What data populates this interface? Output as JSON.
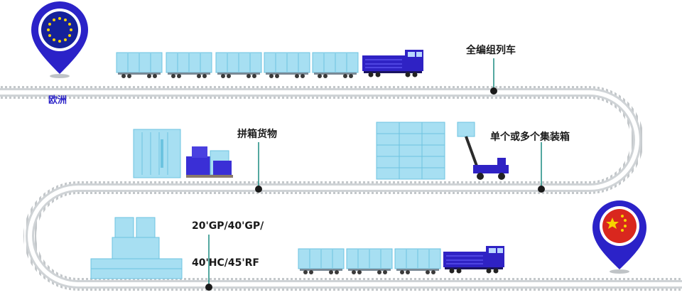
{
  "labels": {
    "europe": "欧洲",
    "full_train": "全编组列车",
    "lcl_cargo": "拼箱货物",
    "containers": "单个或多个集装箱",
    "types_line1": "20'GP/40'GP/",
    "types_line2": "40'HC/45'RF"
  },
  "icons": {
    "europe_marker": "eu-flag-map-pin",
    "china_marker": "china-flag-map-pin",
    "train": "locomotive-with-container-wagons",
    "crane": "container-reach-stacker",
    "cargo": "palletized-boxes"
  },
  "colors": {
    "track_rail": "#cfd3d6",
    "track_tie": "#c4c8cb",
    "container": "#a7dff2",
    "container_dark": "#6cc3e0",
    "locomotive": "#2f22c4",
    "pin_outer": "#2b22c8",
    "eu_flag": "#15219a",
    "cn_flag": "#d9271e",
    "star_gold": "#f6d400",
    "label_text": "#1a1a1a",
    "europe_text": "#2b22c8",
    "dot": "#1a1a1a",
    "connector": "#1a8a80"
  }
}
